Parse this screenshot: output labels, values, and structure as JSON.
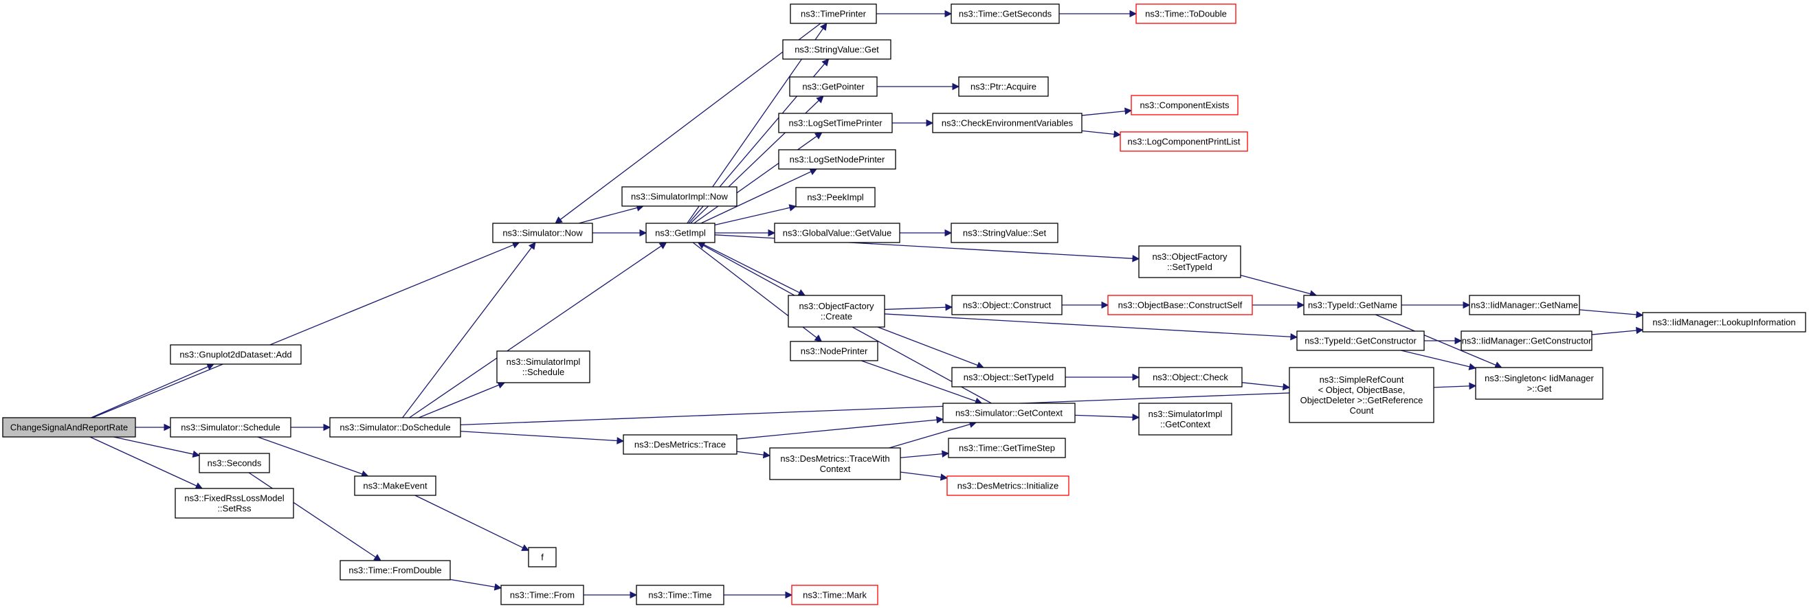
{
  "nodes": [
    {
      "id": "root",
      "lines": [
        "ChangeSignalAndReportRate"
      ],
      "root": true
    },
    {
      "id": "gnuplot_add",
      "lines": [
        "ns3::Gnuplot2dDataset::Add"
      ]
    },
    {
      "id": "sim_schedule",
      "lines": [
        "ns3::Simulator::Schedule"
      ]
    },
    {
      "id": "seconds",
      "lines": [
        "ns3::Seconds"
      ]
    },
    {
      "id": "fixed_rss",
      "lines": [
        "ns3::FixedRssLossModel",
        "::SetRss"
      ]
    },
    {
      "id": "sim_now",
      "lines": [
        "ns3::Simulator::Now"
      ]
    },
    {
      "id": "do_schedule",
      "lines": [
        "ns3::Simulator::DoSchedule"
      ]
    },
    {
      "id": "simimpl_schedule",
      "lines": [
        "ns3::SimulatorImpl",
        "::Schedule"
      ]
    },
    {
      "id": "make_event",
      "lines": [
        "ns3::MakeEvent"
      ]
    },
    {
      "id": "from_double",
      "lines": [
        "ns3::Time::FromDouble"
      ]
    },
    {
      "id": "simimpl_now",
      "lines": [
        "ns3::SimulatorImpl::Now"
      ]
    },
    {
      "id": "get_impl",
      "lines": [
        "ns3::GetImpl"
      ]
    },
    {
      "id": "des_trace",
      "lines": [
        "ns3::DesMetrics::Trace"
      ]
    },
    {
      "id": "f",
      "lines": [
        "f"
      ]
    },
    {
      "id": "time_from",
      "lines": [
        "ns3::Time::From"
      ]
    },
    {
      "id": "time_time",
      "lines": [
        "ns3::Time::Time"
      ]
    },
    {
      "id": "time_mark",
      "lines": [
        "ns3::Time::Mark"
      ],
      "truncated": true
    },
    {
      "id": "time_printer",
      "lines": [
        "ns3::TimePrinter"
      ]
    },
    {
      "id": "stringvalue_get",
      "lines": [
        "ns3::StringValue::Get"
      ]
    },
    {
      "id": "get_pointer",
      "lines": [
        "ns3::GetPointer"
      ]
    },
    {
      "id": "log_set_time",
      "lines": [
        "ns3::LogSetTimePrinter"
      ]
    },
    {
      "id": "log_set_node",
      "lines": [
        "ns3::LogSetNodePrinter"
      ]
    },
    {
      "id": "peek_impl",
      "lines": [
        "ns3::PeekImpl"
      ]
    },
    {
      "id": "gv_getvalue",
      "lines": [
        "ns3::GlobalValue::GetValue"
      ]
    },
    {
      "id": "of_create",
      "lines": [
        "ns3::ObjectFactory",
        "::Create"
      ]
    },
    {
      "id": "node_printer",
      "lines": [
        "ns3::NodePrinter"
      ]
    },
    {
      "id": "trace_with_ctx",
      "lines": [
        "ns3::DesMetrics::TraceWith",
        "Context"
      ]
    },
    {
      "id": "time_getseconds",
      "lines": [
        "ns3::Time::GetSeconds"
      ]
    },
    {
      "id": "time_todouble",
      "lines": [
        "ns3::Time::ToDouble"
      ],
      "truncated": true
    },
    {
      "id": "ptr_acquire",
      "lines": [
        "ns3::Ptr::Acquire"
      ]
    },
    {
      "id": "check_env",
      "lines": [
        "ns3::CheckEnvironmentVariables"
      ]
    },
    {
      "id": "component_exists",
      "lines": [
        "ns3::ComponentExists"
      ],
      "truncated": true
    },
    {
      "id": "log_comp_print",
      "lines": [
        "ns3::LogComponentPrintList"
      ],
      "truncated": true
    },
    {
      "id": "stringvalue_set",
      "lines": [
        "ns3::StringValue::Set"
      ]
    },
    {
      "id": "of_settypeid",
      "lines": [
        "ns3::ObjectFactory",
        "::SetTypeId"
      ]
    },
    {
      "id": "obj_construct",
      "lines": [
        "ns3::Object::Construct"
      ]
    },
    {
      "id": "obj_settypeid",
      "lines": [
        "ns3::Object::SetTypeId"
      ]
    },
    {
      "id": "sim_getcontext",
      "lines": [
        "ns3::Simulator::GetContext"
      ]
    },
    {
      "id": "time_gettimestep",
      "lines": [
        "ns3::Time::GetTimeStep"
      ]
    },
    {
      "id": "des_initialize",
      "lines": [
        "ns3::DesMetrics::Initialize"
      ],
      "truncated": true
    },
    {
      "id": "objbase_construct",
      "lines": [
        "ns3::ObjectBase::ConstructSelf"
      ],
      "truncated": true
    },
    {
      "id": "obj_check",
      "lines": [
        "ns3::Object::Check"
      ]
    },
    {
      "id": "simimpl_getcontext",
      "lines": [
        "ns3::SimulatorImpl",
        "::GetContext"
      ]
    },
    {
      "id": "typeid_getname",
      "lines": [
        "ns3::TypeId::GetName"
      ]
    },
    {
      "id": "typeid_getctor",
      "lines": [
        "ns3::TypeId::GetConstructor"
      ]
    },
    {
      "id": "simple_refcount",
      "lines": [
        "ns3::SimpleRefCount",
        "< Object, ObjectBase,",
        "ObjectDeleter >::GetReference",
        "Count"
      ]
    },
    {
      "id": "iid_getname",
      "lines": [
        "ns3::IidManager::GetName"
      ]
    },
    {
      "id": "iid_getctor",
      "lines": [
        "ns3::IidManager::GetConstructor"
      ]
    },
    {
      "id": "singleton_get",
      "lines": [
        "ns3::Singleton< IidManager",
        ">::Get"
      ]
    },
    {
      "id": "iid_lookup",
      "lines": [
        "ns3::IidManager::LookupInformation"
      ]
    }
  ],
  "edges": [
    [
      "root",
      "gnuplot_add"
    ],
    [
      "root",
      "sim_schedule"
    ],
    [
      "root",
      "seconds"
    ],
    [
      "root",
      "fixed_rss"
    ],
    [
      "root",
      "sim_now"
    ],
    [
      "sim_schedule",
      "do_schedule"
    ],
    [
      "sim_schedule",
      "make_event"
    ],
    [
      "seconds",
      "from_double"
    ],
    [
      "sim_now",
      "simimpl_now"
    ],
    [
      "sim_now",
      "get_impl"
    ],
    [
      "do_schedule",
      "sim_now"
    ],
    [
      "do_schedule",
      "simimpl_schedule"
    ],
    [
      "do_schedule",
      "get_impl"
    ],
    [
      "do_schedule",
      "des_trace"
    ],
    [
      "do_schedule",
      "singleton_get"
    ],
    [
      "make_event",
      "f"
    ],
    [
      "from_double",
      "time_from"
    ],
    [
      "time_from",
      "time_time"
    ],
    [
      "time_time",
      "time_mark"
    ],
    [
      "get_impl",
      "time_printer"
    ],
    [
      "get_impl",
      "stringvalue_get"
    ],
    [
      "get_impl",
      "get_pointer"
    ],
    [
      "get_impl",
      "log_set_time"
    ],
    [
      "get_impl",
      "log_set_node"
    ],
    [
      "get_impl",
      "peek_impl"
    ],
    [
      "get_impl",
      "gv_getvalue"
    ],
    [
      "get_impl",
      "of_settypeid"
    ],
    [
      "get_impl",
      "of_create"
    ],
    [
      "get_impl",
      "node_printer"
    ],
    [
      "time_printer",
      "sim_now"
    ],
    [
      "time_printer",
      "time_getseconds"
    ],
    [
      "time_getseconds",
      "time_todouble"
    ],
    [
      "get_pointer",
      "ptr_acquire"
    ],
    [
      "log_set_time",
      "check_env"
    ],
    [
      "check_env",
      "component_exists"
    ],
    [
      "check_env",
      "log_comp_print"
    ],
    [
      "gv_getvalue",
      "stringvalue_set"
    ],
    [
      "of_settypeid",
      "typeid_getname"
    ],
    [
      "of_create",
      "obj_construct"
    ],
    [
      "of_create",
      "obj_settypeid"
    ],
    [
      "of_create",
      "typeid_getctor"
    ],
    [
      "node_printer",
      "sim_getcontext"
    ],
    [
      "des_trace",
      "sim_getcontext"
    ],
    [
      "des_trace",
      "trace_with_ctx"
    ],
    [
      "trace_with_ctx",
      "sim_getcontext"
    ],
    [
      "trace_with_ctx",
      "time_gettimestep"
    ],
    [
      "trace_with_ctx",
      "des_initialize"
    ],
    [
      "sim_getcontext",
      "get_impl"
    ],
    [
      "sim_getcontext",
      "simimpl_getcontext"
    ],
    [
      "obj_construct",
      "objbase_construct"
    ],
    [
      "objbase_construct",
      "typeid_getname"
    ],
    [
      "obj_settypeid",
      "obj_check"
    ],
    [
      "obj_check",
      "simple_refcount"
    ],
    [
      "typeid_getname",
      "iid_getname"
    ],
    [
      "typeid_getname",
      "singleton_get"
    ],
    [
      "typeid_getctor",
      "iid_getctor"
    ],
    [
      "typeid_getctor",
      "singleton_get"
    ],
    [
      "iid_getname",
      "iid_lookup"
    ],
    [
      "iid_getctor",
      "iid_lookup"
    ]
  ],
  "colors": {
    "edge": "#191970",
    "truncated_border": "#ff0000",
    "root_fill": "#bfbfbf"
  }
}
